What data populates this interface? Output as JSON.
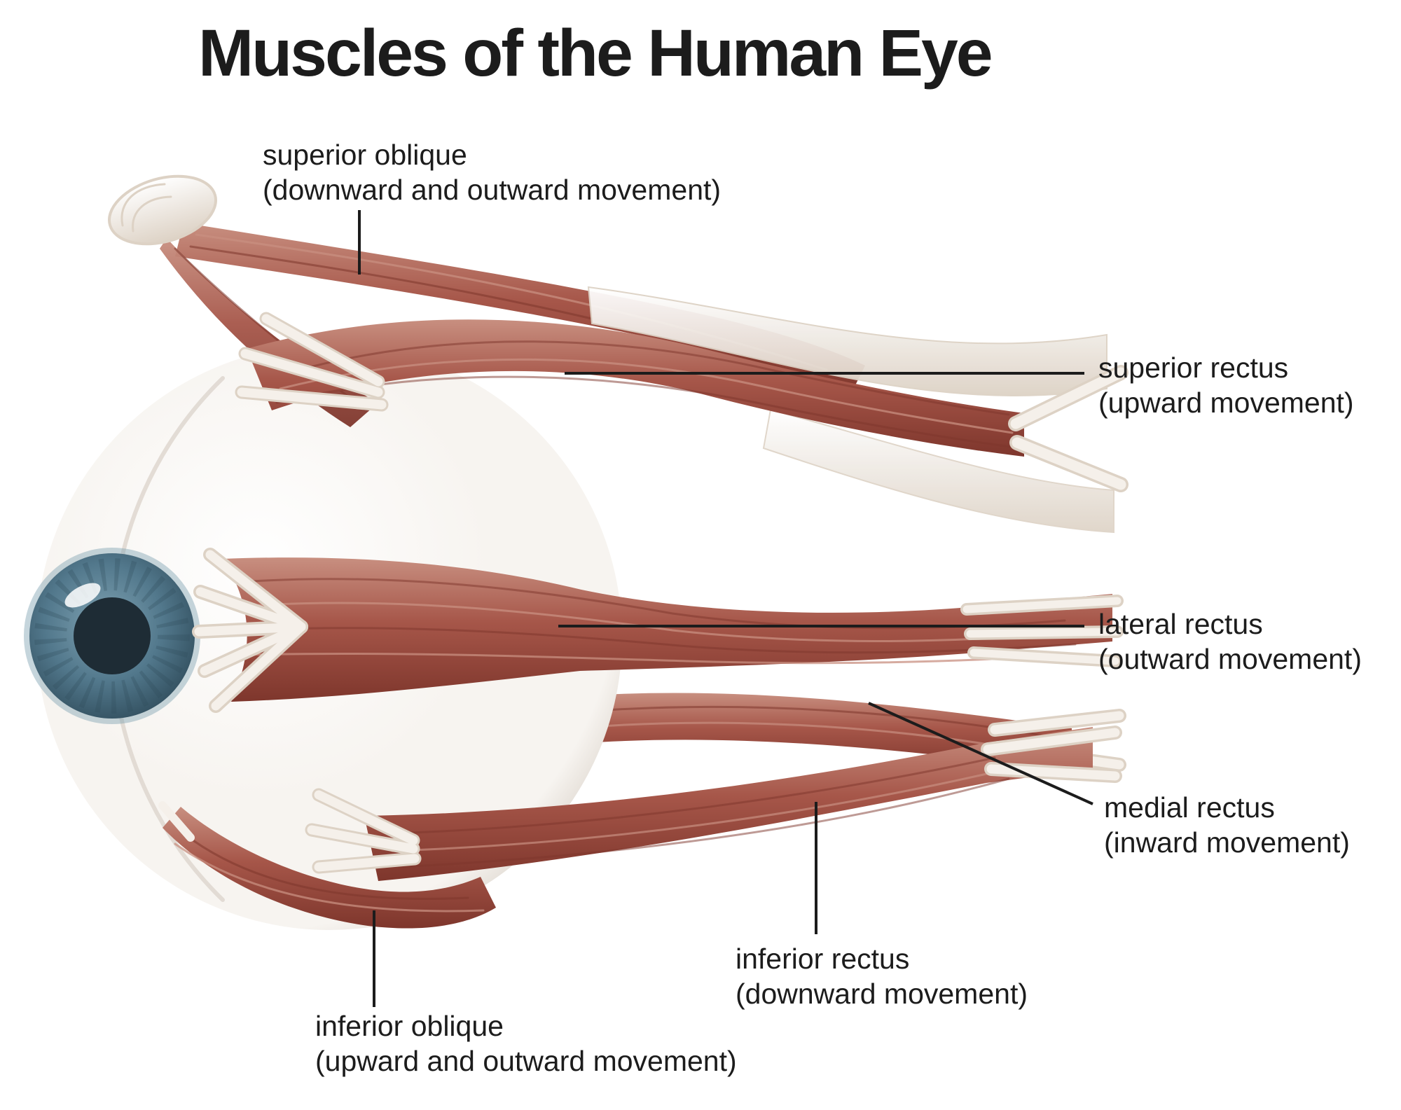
{
  "title": "Muscles of the Human Eye",
  "labels": {
    "superior_oblique": {
      "name": "superior oblique",
      "function": "(downward and outward movement)"
    },
    "superior_rectus": {
      "name": "superior rectus",
      "function": "(upward movement)"
    },
    "lateral_rectus": {
      "name": "lateral rectus",
      "function": "(outward movement)"
    },
    "medial_rectus": {
      "name": "medial rectus",
      "function": "(inward movement)"
    },
    "inferior_rectus": {
      "name": "inferior rectus",
      "function": "(downward movement)"
    },
    "inferior_oblique": {
      "name": "inferior oblique",
      "function": "(upward and outward movement)"
    }
  },
  "colors": {
    "background": "#ffffff",
    "text": "#1c1c1c",
    "line": "#1c1c1c",
    "muscle": "#a65649",
    "muscle_dark": "#7e362c",
    "muscle_light": "#c88f80",
    "tendon": "#f5f0ea",
    "tendon_shade": "#ddd2c5",
    "sclera": "#f7f4f0",
    "sclera_edge": "#d8d0c7",
    "iris_outer": "#2f4b5a",
    "iris_mid": "#52788c",
    "iris_light": "#7fa2b2",
    "pupil": "#1e2c35",
    "highlight": "#ffffff"
  }
}
